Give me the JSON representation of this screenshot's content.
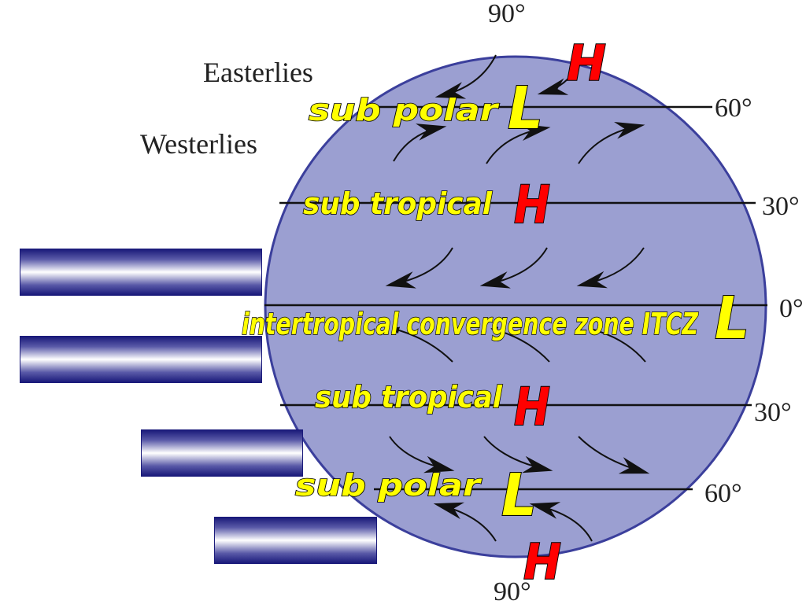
{
  "colors": {
    "globe_fill": "#9b9fd1",
    "globe_stroke": "#3b3f9c",
    "high_pressure": "#ff0000",
    "low_pressure": "#ffff00",
    "box_gradient": "#1a1a7a"
  },
  "wind_labels": {
    "easterlies": "Easterlies",
    "westerlies": "Westerlies"
  },
  "latitudes": {
    "north_90": "90°",
    "north_60": "60°",
    "north_30": "30°",
    "equator": "0°",
    "south_30": "30°",
    "south_60": "60°",
    "south_90": "90°"
  },
  "pressure_zones": {
    "north_polar_high": "H",
    "north_sub_polar": {
      "name": "sub polar",
      "pressure": "L"
    },
    "north_sub_tropical": {
      "name": "sub tropical",
      "pressure": "H"
    },
    "itcz": {
      "name": "intertropical convergence zone ITCZ",
      "pressure": "L"
    },
    "south_sub_tropical": {
      "name": "sub tropical",
      "pressure": "H"
    },
    "south_sub_polar": {
      "name": "sub polar",
      "pressure": "L"
    },
    "south_polar_high": "H"
  },
  "answer_boxes": 4
}
